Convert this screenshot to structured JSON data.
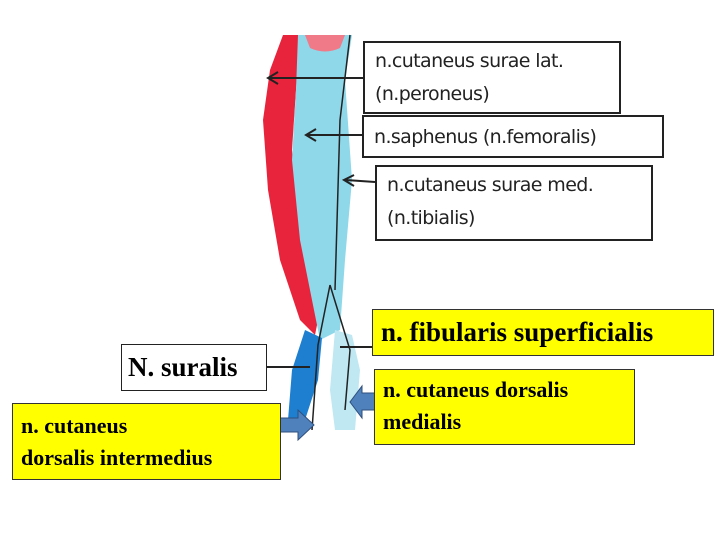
{
  "labels": {
    "cutaneus_surae_lat": {
      "line1": "n.cutaneus surae lat.",
      "line2": "(n.peroneus)"
    },
    "saphenus": "n.saphenus (n.femoralis)",
    "cutaneus_surae_med": {
      "line1": "n.cutaneus surae med.",
      "line2": "(n.tibialis)"
    },
    "fibularis_superficialis": "n. fibularis superficialis",
    "suralis": "N. suralis",
    "cutaneus_dorsalis_medialis": {
      "line1": "n. cutaneus dorsalis",
      "line2": "medialis"
    },
    "cutaneus_dorsalis_intermedius": {
      "line1": "n. cutaneus",
      "line2": "dorsalis intermedius"
    }
  },
  "colors": {
    "red_zone": "#e8243c",
    "cyan_zone": "#8fd8ea",
    "blue_zone": "#1e7fd0",
    "highlight": "#ffff00",
    "arrow": "#4f81bd"
  }
}
